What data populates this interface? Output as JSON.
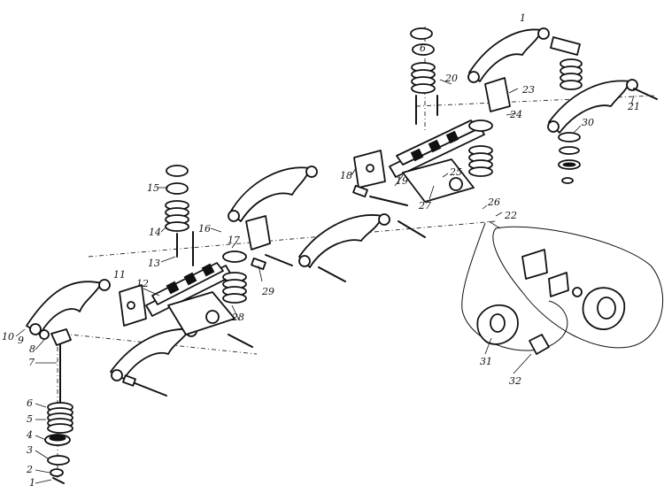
{
  "diagram": {
    "callouts": [
      {
        "id": "label-1-bottom",
        "text": "1"
      },
      {
        "id": "label-1-top",
        "text": "1"
      },
      {
        "id": "label-2",
        "text": "2"
      },
      {
        "id": "label-3",
        "text": "3"
      },
      {
        "id": "label-4",
        "text": "4"
      },
      {
        "id": "label-5",
        "text": "5"
      },
      {
        "id": "label-6-left",
        "text": "6"
      },
      {
        "id": "label-6-top",
        "text": "6"
      },
      {
        "id": "label-7",
        "text": "7"
      },
      {
        "id": "label-8",
        "text": "8"
      },
      {
        "id": "label-9",
        "text": "9"
      },
      {
        "id": "label-10",
        "text": "10"
      },
      {
        "id": "label-11",
        "text": "11"
      },
      {
        "id": "label-12",
        "text": "12"
      },
      {
        "id": "label-13",
        "text": "13"
      },
      {
        "id": "label-14",
        "text": "14"
      },
      {
        "id": "label-15",
        "text": "15"
      },
      {
        "id": "label-16",
        "text": "16"
      },
      {
        "id": "label-17",
        "text": "17"
      },
      {
        "id": "label-18",
        "text": "18"
      },
      {
        "id": "label-19",
        "text": "19"
      },
      {
        "id": "label-20",
        "text": "20"
      },
      {
        "id": "label-21",
        "text": "21"
      },
      {
        "id": "label-22",
        "text": "22"
      },
      {
        "id": "label-23",
        "text": "23"
      },
      {
        "id": "label-24",
        "text": "24"
      },
      {
        "id": "label-25",
        "text": "25"
      },
      {
        "id": "label-26",
        "text": "26"
      },
      {
        "id": "label-27",
        "text": "27"
      },
      {
        "id": "label-28",
        "text": "28"
      },
      {
        "id": "label-29",
        "text": "29"
      },
      {
        "id": "label-30",
        "text": "30"
      },
      {
        "id": "label-31",
        "text": "31"
      },
      {
        "id": "label-32",
        "text": "32"
      }
    ]
  }
}
